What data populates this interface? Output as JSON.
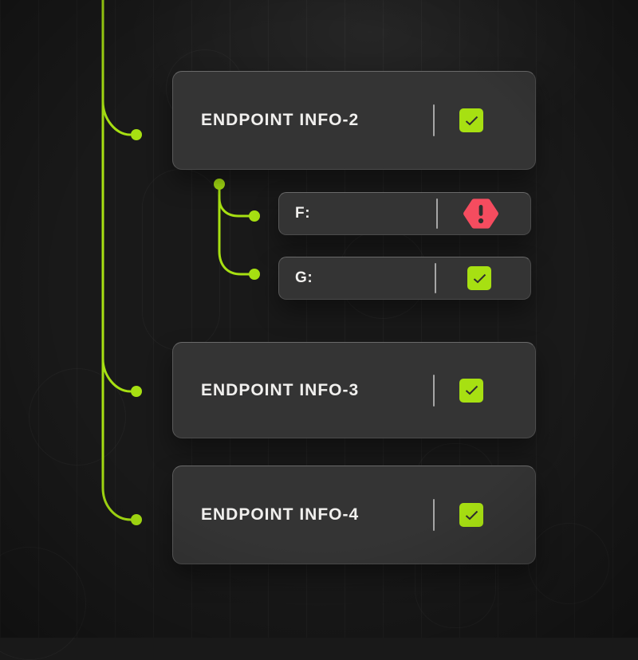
{
  "colors": {
    "accent": "#a7e012",
    "alert": "#f54c5f",
    "card_bg": "#343434",
    "text": "#f1f0ee",
    "divider": "#a6a6a6",
    "dark_glyph": "#2e2e2e",
    "background": "#191919"
  },
  "icons": {
    "success": "check-icon",
    "error": "alert-icon"
  },
  "nodes": [
    {
      "label": "ENDPOINT INFO-2",
      "status": "success"
    },
    {
      "label": "F:",
      "status": "error"
    },
    {
      "label": "G:",
      "status": "success"
    },
    {
      "label": "ENDPOINT INFO-3",
      "status": "success"
    },
    {
      "label": "ENDPOINT INFO-4",
      "status": "success"
    }
  ]
}
